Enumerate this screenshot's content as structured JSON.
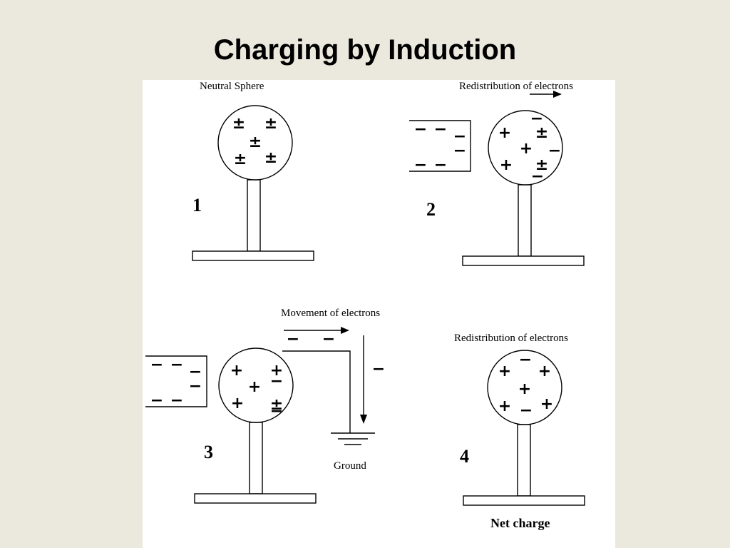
{
  "title": "Charging by Induction",
  "panels": {
    "p1": {
      "number": "1",
      "label": "Neutral Sphere"
    },
    "p2": {
      "number": "2",
      "label": "Redistribution of electrons"
    },
    "p3": {
      "number": "3",
      "label": "Movement of electrons",
      "ground_label": "Ground"
    },
    "p4": {
      "number": "4",
      "label": "Redistribution of electrons",
      "caption": "Net charge"
    }
  },
  "symbols": {
    "neutral": "±",
    "positive": "+",
    "negative": "−"
  }
}
